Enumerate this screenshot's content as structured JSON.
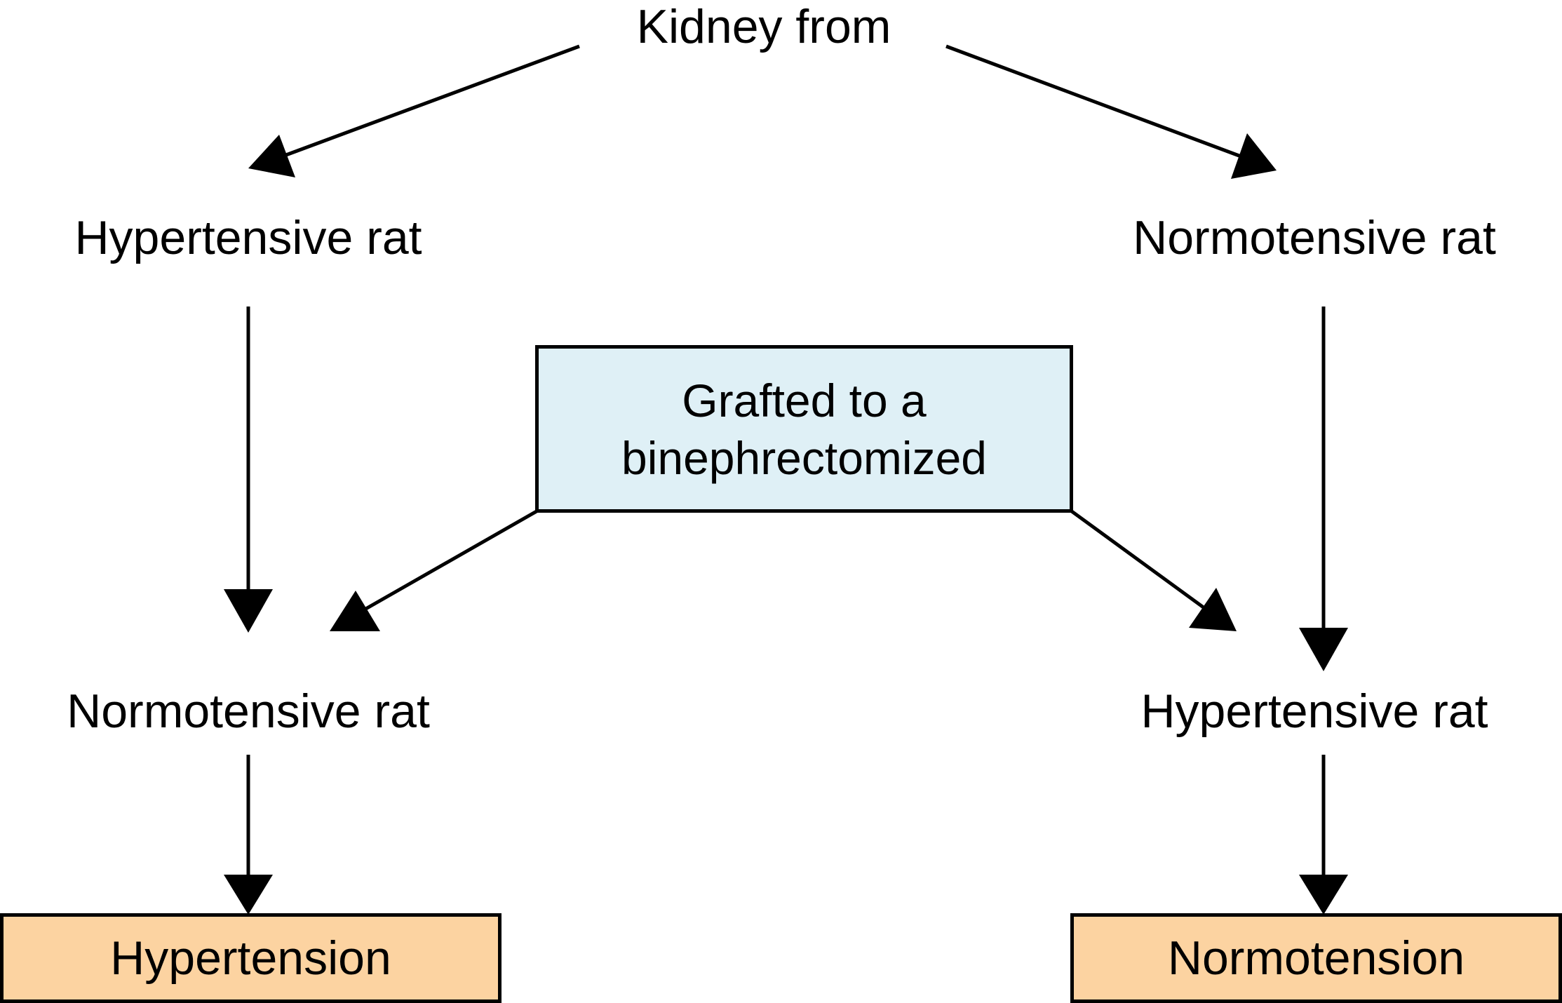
{
  "diagram": {
    "source_label": "Kidney from",
    "donor_left": "Hypertensive rat",
    "donor_right": "Normotensive rat",
    "graft_line_1": "Grafted to a",
    "graft_line_2": "binephrectomized",
    "recipient_left": "Normotensive rat",
    "recipient_right": "Hypertensive rat",
    "outcome_left": "Hypertension",
    "outcome_right": "Normotension"
  },
  "colors": {
    "graft_box_fill": "#dff0f6",
    "outcome_box_fill": "#fcd3a1",
    "arrow": "#000000"
  }
}
